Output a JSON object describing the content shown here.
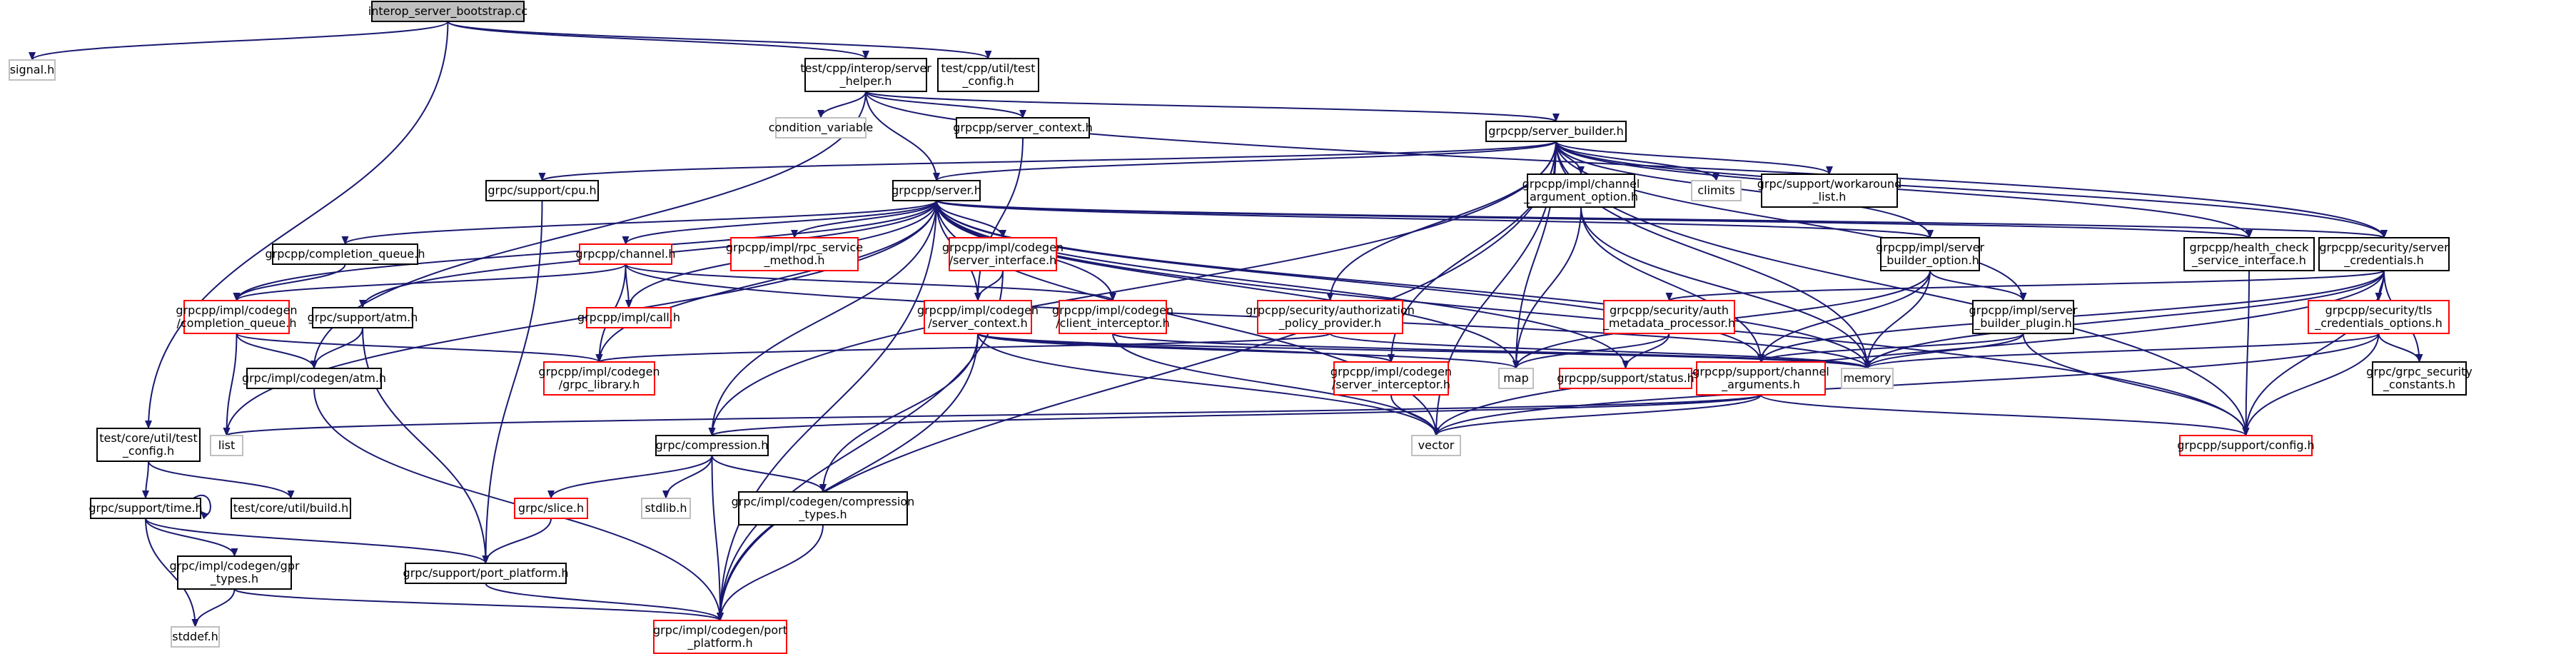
{
  "colors": {
    "edge": "#191970",
    "black_border": "#000000",
    "red_border": "#ff0000",
    "gray_border": "#bfbfbf",
    "root_fill": "#bfbfbf",
    "fill": "#ffffff"
  },
  "nodes": [
    {
      "id": "root",
      "lines": [
        "interop_server_bootstrap.cc"
      ],
      "style": "root"
    },
    {
      "id": "signal",
      "lines": [
        "signal.h"
      ],
      "style": "gray"
    },
    {
      "id": "tisv",
      "lines": [
        "test/cpp/interop/server",
        "_helper.h"
      ],
      "style": "black"
    },
    {
      "id": "tutc",
      "lines": [
        "test/cpp/util/test",
        "_config.h"
      ],
      "style": "black"
    },
    {
      "id": "condvar",
      "lines": [
        "condition_variable"
      ],
      "style": "gray"
    },
    {
      "id": "srvctx",
      "lines": [
        "grpcpp/server_context.h"
      ],
      "style": "black"
    },
    {
      "id": "sb",
      "lines": [
        "grpcpp/server_builder.h"
      ],
      "style": "black"
    },
    {
      "id": "cpu",
      "lines": [
        "grpc/support/cpu.h"
      ],
      "style": "black"
    },
    {
      "id": "server",
      "lines": [
        "grpcpp/server.h"
      ],
      "style": "black"
    },
    {
      "id": "chargopt",
      "lines": [
        "grpcpp/impl/channel",
        "_argument_option.h"
      ],
      "style": "black"
    },
    {
      "id": "climits",
      "lines": [
        "climits"
      ],
      "style": "gray"
    },
    {
      "id": "workaround",
      "lines": [
        "grpc/support/workaround",
        "_list.h"
      ],
      "style": "black"
    },
    {
      "id": "cq",
      "lines": [
        "grpcpp/completion_queue.h"
      ],
      "style": "black"
    },
    {
      "id": "channel",
      "lines": [
        "grpcpp/channel.h"
      ],
      "style": "red"
    },
    {
      "id": "rpcsvc",
      "lines": [
        "grpcpp/impl/rpc_service",
        "_method.h"
      ],
      "style": "red"
    },
    {
      "id": "srvif",
      "lines": [
        "grpcpp/impl/codegen",
        "/server_interface.h"
      ],
      "style": "red"
    },
    {
      "id": "sbo",
      "lines": [
        "grpcpp/impl/server",
        "_builder_option.h"
      ],
      "style": "black"
    },
    {
      "id": "hc",
      "lines": [
        "grpcpp/health_check",
        "_service_interface.h"
      ],
      "style": "black"
    },
    {
      "id": "seccred",
      "lines": [
        "grpcpp/security/server",
        "_credentials.h"
      ],
      "style": "black"
    },
    {
      "id": "cqimpl",
      "lines": [
        "grpcpp/impl/codegen",
        "/completion_queue.h"
      ],
      "style": "red"
    },
    {
      "id": "atm",
      "lines": [
        "grpc/support/atm.h"
      ],
      "style": "black"
    },
    {
      "id": "call",
      "lines": [
        "grpcpp/impl/call.h"
      ],
      "style": "red"
    },
    {
      "id": "sctxcg",
      "lines": [
        "grpcpp/impl/codegen",
        "/server_context.h"
      ],
      "style": "red"
    },
    {
      "id": "cint",
      "lines": [
        "grpcpp/impl/codegen",
        "/client_interceptor.h"
      ],
      "style": "red"
    },
    {
      "id": "authz",
      "lines": [
        "grpcpp/security/authorization",
        "_policy_provider.h"
      ],
      "style": "red"
    },
    {
      "id": "authmeta",
      "lines": [
        "grpcpp/security/auth",
        "_metadata_processor.h"
      ],
      "style": "red"
    },
    {
      "id": "sbp",
      "lines": [
        "grpcpp/impl/server",
        "_builder_plugin.h"
      ],
      "style": "black"
    },
    {
      "id": "tlsopt",
      "lines": [
        "grpcpp/security/tls",
        "_credentials_options.h"
      ],
      "style": "red"
    },
    {
      "id": "atmcg",
      "lines": [
        "grpc/impl/codegen/atm.h"
      ],
      "style": "black"
    },
    {
      "id": "grpclib",
      "lines": [
        "grpcpp/impl/codegen",
        "/grpc_library.h"
      ],
      "style": "red"
    },
    {
      "id": "sintcg",
      "lines": [
        "grpcpp/impl/codegen",
        "/server_interceptor.h"
      ],
      "style": "red"
    },
    {
      "id": "map",
      "lines": [
        "map"
      ],
      "style": "gray"
    },
    {
      "id": "status",
      "lines": [
        "grpcpp/support/status.h"
      ],
      "style": "red"
    },
    {
      "id": "chargs",
      "lines": [
        "grpcpp/support/channel",
        "_arguments.h"
      ],
      "style": "red"
    },
    {
      "id": "memory",
      "lines": [
        "memory"
      ],
      "style": "gray"
    },
    {
      "id": "secconst",
      "lines": [
        "grpc/grpc_security",
        "_constants.h"
      ],
      "style": "black"
    },
    {
      "id": "tcutc",
      "lines": [
        "test/core/util/test",
        "_config.h"
      ],
      "style": "black"
    },
    {
      "id": "list",
      "lines": [
        "list"
      ],
      "style": "gray"
    },
    {
      "id": "compr",
      "lines": [
        "grpc/compression.h"
      ],
      "style": "black"
    },
    {
      "id": "vector",
      "lines": [
        "vector"
      ],
      "style": "gray"
    },
    {
      "id": "config",
      "lines": [
        "grpcpp/support/config.h"
      ],
      "style": "red"
    },
    {
      "id": "time",
      "lines": [
        "grpc/support/time.h"
      ],
      "style": "black"
    },
    {
      "id": "build",
      "lines": [
        "test/core/util/build.h"
      ],
      "style": "black"
    },
    {
      "id": "slice",
      "lines": [
        "grpc/slice.h"
      ],
      "style": "red"
    },
    {
      "id": "stdlib",
      "lines": [
        "stdlib.h"
      ],
      "style": "gray"
    },
    {
      "id": "comprtypes",
      "lines": [
        "grpc/impl/codegen/compression",
        "_types.h"
      ],
      "style": "black"
    },
    {
      "id": "gprtypes",
      "lines": [
        "grpc/impl/codegen/gpr",
        "_types.h"
      ],
      "style": "black"
    },
    {
      "id": "portplat",
      "lines": [
        "grpc/support/port_platform.h"
      ],
      "style": "black"
    },
    {
      "id": "stddef",
      "lines": [
        "stddef.h"
      ],
      "style": "gray"
    },
    {
      "id": "portcg",
      "lines": [
        "grpc/impl/codegen/port",
        "_platform.h"
      ],
      "style": "red"
    }
  ],
  "edges": [
    [
      "root",
      "signal"
    ],
    [
      "root",
      "tisv"
    ],
    [
      "root",
      "tutc"
    ],
    [
      "root",
      "tcutc"
    ],
    [
      "tisv",
      "condvar"
    ],
    [
      "tisv",
      "srvctx"
    ],
    [
      "tisv",
      "sb"
    ],
    [
      "tisv",
      "server"
    ],
    [
      "tisv",
      "seccred"
    ],
    [
      "tisv",
      "atmcg"
    ],
    [
      "srvctx",
      "sctxcg"
    ],
    [
      "sb",
      "cpu"
    ],
    [
      "sb",
      "server"
    ],
    [
      "sb",
      "chargopt"
    ],
    [
      "sb",
      "climits"
    ],
    [
      "sb",
      "workaround"
    ],
    [
      "sb",
      "sbo"
    ],
    [
      "sb",
      "hc"
    ],
    [
      "sb",
      "seccred"
    ],
    [
      "sb",
      "authz"
    ],
    [
      "sb",
      "sbp"
    ],
    [
      "sb",
      "sintcg"
    ],
    [
      "sb",
      "map"
    ],
    [
      "sb",
      "memory"
    ],
    [
      "sb",
      "vector"
    ],
    [
      "sb",
      "config"
    ],
    [
      "sb",
      "compr"
    ],
    [
      "sb",
      "portcg"
    ],
    [
      "cpu",
      "portplat"
    ],
    [
      "server",
      "cq"
    ],
    [
      "server",
      "channel"
    ],
    [
      "server",
      "rpcsvc"
    ],
    [
      "server",
      "srvif"
    ],
    [
      "server",
      "cint"
    ],
    [
      "server",
      "sctxcg"
    ],
    [
      "server",
      "cqimpl"
    ],
    [
      "server",
      "atm"
    ],
    [
      "server",
      "call"
    ],
    [
      "server",
      "grpclib"
    ],
    [
      "server",
      "compr"
    ],
    [
      "server",
      "list"
    ],
    [
      "server",
      "map"
    ],
    [
      "server",
      "vector"
    ],
    [
      "server",
      "memory"
    ],
    [
      "server",
      "status"
    ],
    [
      "server",
      "config"
    ],
    [
      "server",
      "sbo"
    ],
    [
      "server",
      "hc"
    ],
    [
      "server",
      "seccred"
    ],
    [
      "server",
      "portcg"
    ],
    [
      "server",
      "chargs"
    ],
    [
      "chargopt",
      "map"
    ],
    [
      "chargopt",
      "memory"
    ],
    [
      "chargopt",
      "chargs"
    ],
    [
      "cq",
      "cqimpl"
    ],
    [
      "channel",
      "cqimpl"
    ],
    [
      "channel",
      "call"
    ],
    [
      "channel",
      "grpclib"
    ],
    [
      "channel",
      "memory"
    ],
    [
      "channel",
      "cint"
    ],
    [
      "srvif",
      "sctxcg"
    ],
    [
      "srvif",
      "portcg"
    ],
    [
      "sbo",
      "map"
    ],
    [
      "sbo",
      "memory"
    ],
    [
      "sbo",
      "sbp"
    ],
    [
      "sbo",
      "chargs"
    ],
    [
      "hc",
      "config"
    ],
    [
      "seccred",
      "authmeta"
    ],
    [
      "seccred",
      "tlsopt"
    ],
    [
      "seccred",
      "memory"
    ],
    [
      "seccred",
      "vector"
    ],
    [
      "seccred",
      "config"
    ],
    [
      "seccred",
      "secconst"
    ],
    [
      "seccred",
      "chargs"
    ],
    [
      "cqimpl",
      "atmcg"
    ],
    [
      "cqimpl",
      "list"
    ],
    [
      "cqimpl",
      "grpclib"
    ],
    [
      "atm",
      "atmcg"
    ],
    [
      "atm",
      "portplat"
    ],
    [
      "sctxcg",
      "sintcg"
    ],
    [
      "sctxcg",
      "vector"
    ],
    [
      "sctxcg",
      "map"
    ],
    [
      "sctxcg",
      "memory"
    ],
    [
      "sctxcg",
      "comprtypes"
    ],
    [
      "sctxcg",
      "portcg"
    ],
    [
      "cint",
      "vector"
    ],
    [
      "cint",
      "memory"
    ],
    [
      "authz",
      "grpclib"
    ],
    [
      "authz",
      "memory"
    ],
    [
      "authmeta",
      "map"
    ],
    [
      "authmeta",
      "status"
    ],
    [
      "sbp",
      "memory"
    ],
    [
      "sbp",
      "config"
    ],
    [
      "sbp",
      "chargs"
    ],
    [
      "tlsopt",
      "memory"
    ],
    [
      "tlsopt",
      "vector"
    ],
    [
      "tlsopt",
      "secconst"
    ],
    [
      "tlsopt",
      "config"
    ],
    [
      "atmcg",
      "portcg"
    ],
    [
      "sintcg",
      "vector"
    ],
    [
      "chargs",
      "list"
    ],
    [
      "chargs",
      "vector"
    ],
    [
      "chargs",
      "config"
    ],
    [
      "chargs",
      "compr"
    ],
    [
      "tcutc",
      "time"
    ],
    [
      "tcutc",
      "build"
    ],
    [
      "compr",
      "slice"
    ],
    [
      "compr",
      "stdlib"
    ],
    [
      "compr",
      "comprtypes"
    ],
    [
      "compr",
      "portcg"
    ],
    [
      "time",
      "time"
    ],
    [
      "time",
      "gprtypes"
    ],
    [
      "time",
      "portplat"
    ],
    [
      "time",
      "stddef"
    ],
    [
      "slice",
      "portplat"
    ],
    [
      "comprtypes",
      "portcg"
    ],
    [
      "gprtypes",
      "portcg"
    ],
    [
      "gprtypes",
      "stddef"
    ],
    [
      "portplat",
      "portcg"
    ]
  ]
}
